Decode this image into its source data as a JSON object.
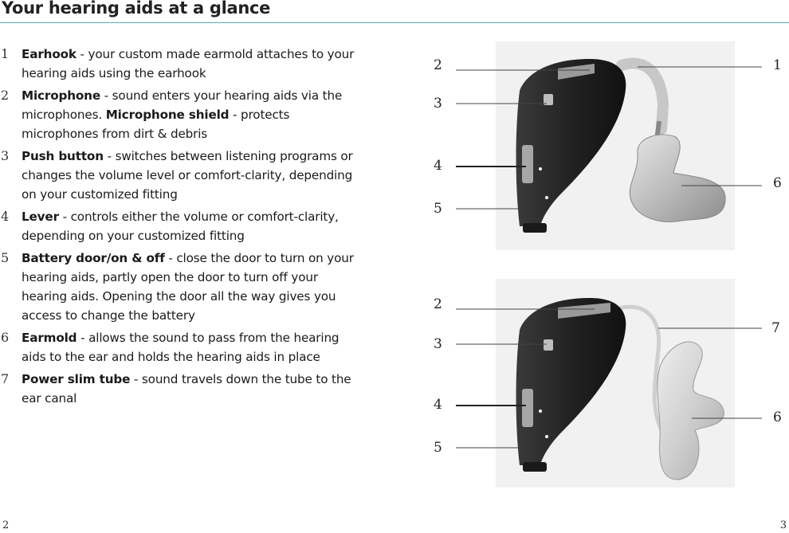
{
  "page": {
    "title": "Your hearing aids at a glance",
    "page_left": "2",
    "page_right": "3"
  },
  "items": [
    {
      "num": "1",
      "term": "Earhook",
      "text": " - your custom made earmold attaches to your hearing aids using the earhook"
    },
    {
      "num": "2",
      "term": "Microphone",
      "text": " - sound enters your hearing aids via the microphones. ",
      "term2": "Microphone shield",
      "text2": " - protects microphones from dirt & debris"
    },
    {
      "num": "3",
      "term": "Push button",
      "text": " - switches between listening programs or changes the volume level or comfort-clarity, depending on your customized fitting"
    },
    {
      "num": "4",
      "term": "Lever",
      "text": " - controls either the volume or comfort-clarity, depending on your customized fitting"
    },
    {
      "num": "5",
      "term": "Battery door/on & off",
      "text": " - close the door to turn on your hearing aids, partly open the door to turn off your hearing aids. Opening the door all the way gives you access to change the battery"
    },
    {
      "num": "6",
      "term": "Earmold",
      "text": " - allows the sound to pass from the hearing aids to the ear and holds the hearing aids in place"
    },
    {
      "num": "7",
      "term": "Power slim tube",
      "text": " - sound travels down the tube to the ear canal"
    }
  ],
  "figure_top": {
    "labels": {
      "l2": "2",
      "l1": "1",
      "l3": "3",
      "l4": "4",
      "l5": "5",
      "l6": "6"
    }
  },
  "figure_bottom": {
    "labels": {
      "l2": "2",
      "l3": "3",
      "l7": "7",
      "l4": "4",
      "l6": "6",
      "l5": "5"
    }
  }
}
